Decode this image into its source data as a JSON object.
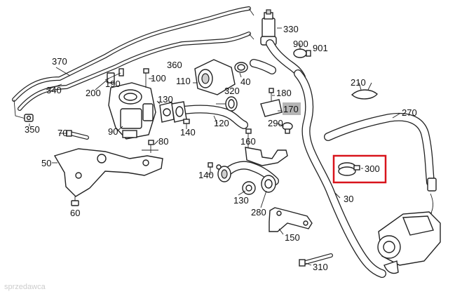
{
  "colors": {
    "highlight": "#d8141c",
    "tag_bg": "#b5b5b5",
    "line": "#222222"
  },
  "highlight_part": "300",
  "labels": {
    "p330": "330",
    "p900": "900",
    "p901": "901",
    "p370": "370",
    "p340": "340",
    "p350": "350",
    "p200": "200",
    "p190": "190",
    "p100": "100",
    "p360": "360",
    "p110": "110",
    "p40": "40",
    "p210": "210",
    "p320": "320",
    "p180": "180",
    "p130a": "130",
    "p170": "170",
    "p270": "270",
    "p120": "120",
    "p290": "290",
    "p140a": "140",
    "p90": "90",
    "p70": "70",
    "p80": "80",
    "p160": "160",
    "p300": "300",
    "p50": "50",
    "p140b": "140",
    "p130b": "130",
    "p280": "280",
    "p30": "30",
    "p60": "60",
    "p150": "150",
    "p310": "310"
  },
  "watermark": "sprzedawca"
}
